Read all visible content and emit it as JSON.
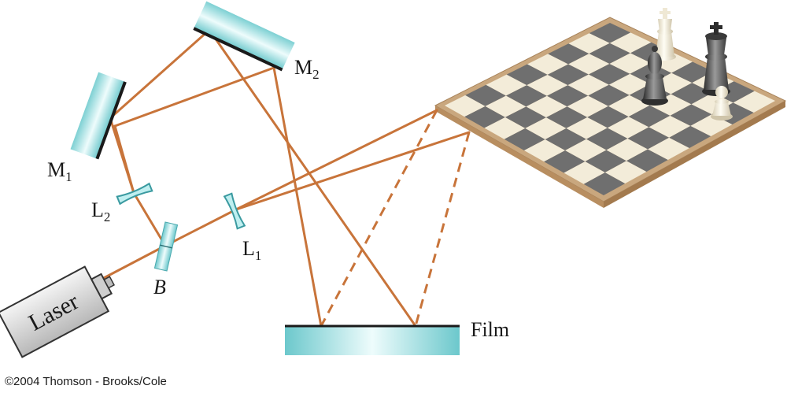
{
  "labels": {
    "m1": {
      "main": "M",
      "sub": "1"
    },
    "m2": {
      "main": "M",
      "sub": "2"
    },
    "l1": {
      "main": "L",
      "sub": "1"
    },
    "l2": {
      "main": "L",
      "sub": "2"
    },
    "b": "B",
    "laser": "Laser",
    "film": "Film"
  },
  "credit": "©2004 Thomson - Brooks/Cole",
  "colors": {
    "beam": "#c8743a",
    "optic_light": "#e8fbfb",
    "optic_dark": "#6cc8cc",
    "board_dark": "#6f6f6f",
    "board_light": "#f3ecd9",
    "board_frame": "#c9a77e"
  }
}
